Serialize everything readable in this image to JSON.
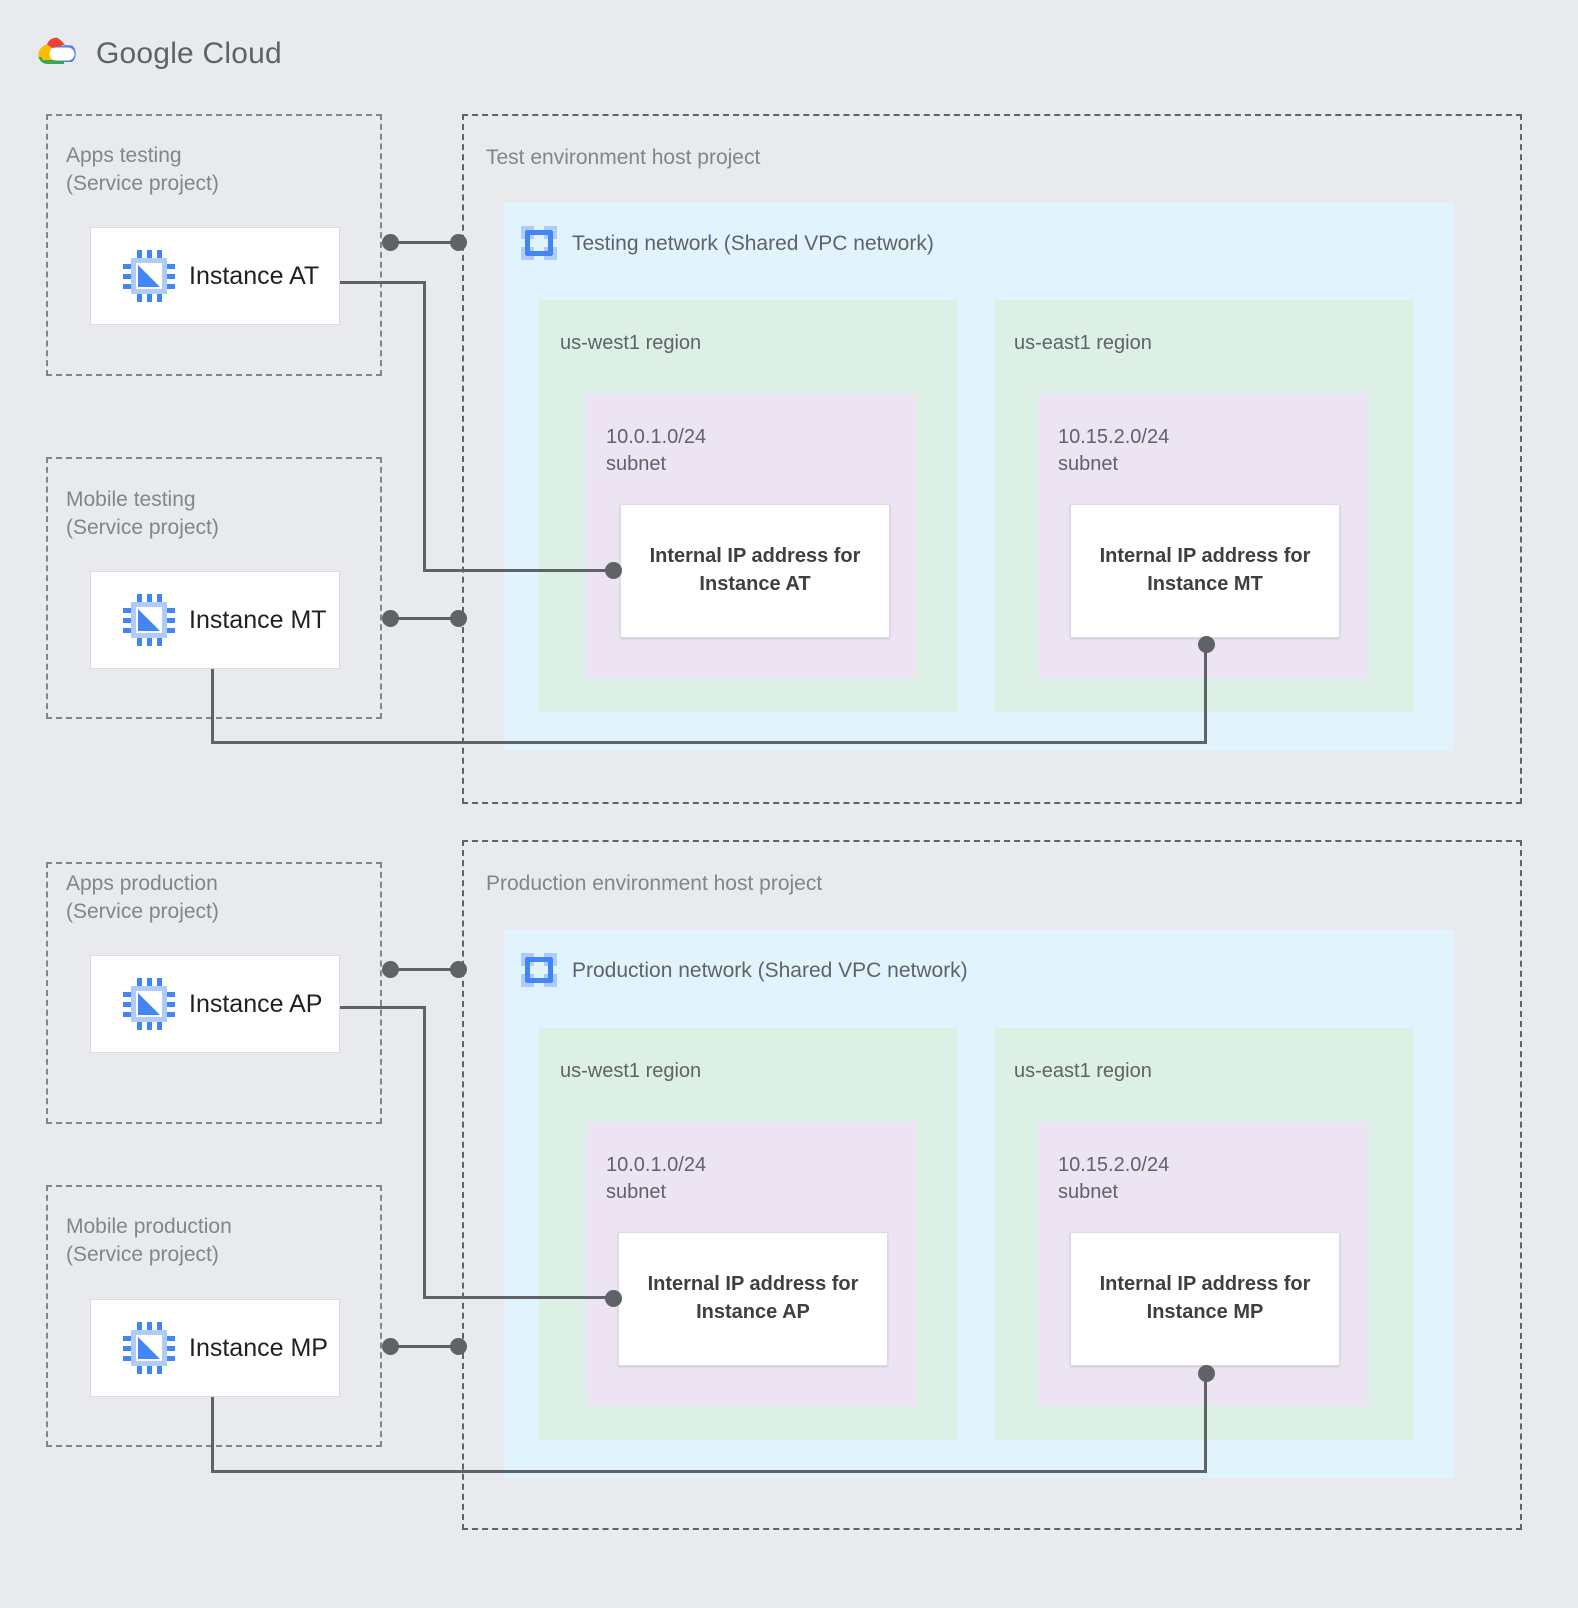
{
  "brand": {
    "name_bold": "Google",
    "name_light": " Cloud",
    "logo_icon": "google-cloud-logo"
  },
  "colors": {
    "background": "#e8eaed",
    "network": "#e1f4fd",
    "region": "#ddf0e6",
    "subnet": "#ece3f3",
    "card": "#ffffff",
    "connector": "#5f6368",
    "dashed_border": "#80868b",
    "label_text": "#5f6368",
    "instance_text": "#202124",
    "icon_blue": "#4285f4",
    "icon_light_blue": "#aecbfa"
  },
  "service_projects": [
    {
      "title": "Apps testing",
      "subtitle": "(Service project)",
      "instance": {
        "label": "Instance AT",
        "icon": "vm-instance-icon"
      }
    },
    {
      "title": "Mobile testing",
      "subtitle": "(Service project)",
      "instance": {
        "label": "Instance MT",
        "icon": "vm-instance-icon"
      }
    },
    {
      "title": "Apps production",
      "subtitle": "(Service project)",
      "instance": {
        "label": "Instance AP",
        "icon": "vm-instance-icon"
      }
    },
    {
      "title": "Mobile production",
      "subtitle": "(Service project)",
      "instance": {
        "label": "Instance MP",
        "icon": "vm-instance-icon"
      }
    }
  ],
  "host_projects": [
    {
      "title": "Test environment host project",
      "network": {
        "label": "Testing network (Shared VPC network)",
        "icon": "vpc-network-icon"
      },
      "regions": [
        {
          "label": "us-west1 region",
          "subnet": {
            "cidr": "10.0.1.0/24",
            "kind": "subnet",
            "ip_card": "Internal IP address for\nInstance AT"
          }
        },
        {
          "label": "us-east1 region",
          "subnet": {
            "cidr": "10.15.2.0/24",
            "kind": "subnet",
            "ip_card": "Internal IP address for\nInstance MT"
          }
        }
      ]
    },
    {
      "title": "Production environment host project",
      "network": {
        "label": "Production network (Shared VPC network)",
        "icon": "vpc-network-icon"
      },
      "regions": [
        {
          "label": "us-west1 region",
          "subnet": {
            "cidr": "10.0.1.0/24",
            "kind": "subnet",
            "ip_card": "Internal IP address for\nInstance AP"
          }
        },
        {
          "label": "us-east1 region",
          "subnet": {
            "cidr": "10.15.2.0/24",
            "kind": "subnet",
            "ip_card": "Internal IP address for\nInstance MP"
          }
        }
      ]
    }
  ],
  "ip_cards": {
    "at_line1": "Internal IP address for",
    "at_line2": "Instance AT",
    "mt_line1": "Internal IP address for",
    "mt_line2": "Instance MT",
    "ap_line1": "Internal IP address for",
    "ap_line2": "Instance AP",
    "mp_line1": "Internal IP address for",
    "mp_line2": "Instance MP"
  },
  "subnet_labels": {
    "west_cidr": "10.0.1.0/24",
    "west_kind": "subnet",
    "east_cidr": "10.15.2.0/24",
    "east_kind": "subnet"
  }
}
